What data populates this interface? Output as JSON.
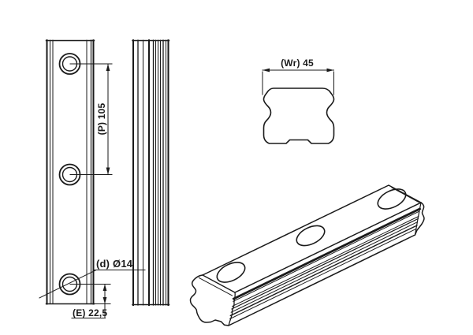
{
  "drawing": {
    "background": "#ffffff",
    "line_color": "#1a1a1a",
    "dimensions": {
      "pitch_label": "(P) 105",
      "hole_diameter_label": "(d) Ø14",
      "edge_distance_label": "(E) 22,5",
      "width_label": "(Wr) 45"
    }
  }
}
